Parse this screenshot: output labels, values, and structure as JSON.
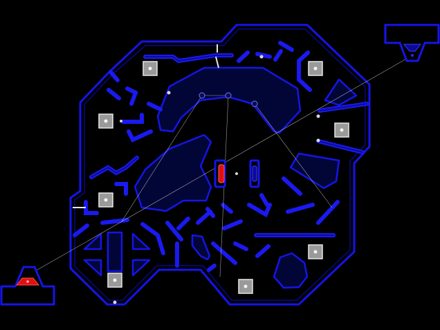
{
  "game": {
    "colors": {
      "background": "#000000",
      "wall": "#1515e8",
      "zone_fill": "#020636",
      "player": "#e01010",
      "crate": "#9a9a9a",
      "pellet": "#d9d9d9",
      "beam": "#c8c8c8"
    },
    "entities": {
      "player_core": "red-capsule",
      "enemy_core": "blue-capsule",
      "crates": "supply-crate",
      "turrets": "turret-node",
      "spawns": [
        "player-spawn-bottom-left",
        "enemy-spawn-top-right"
      ]
    }
  }
}
